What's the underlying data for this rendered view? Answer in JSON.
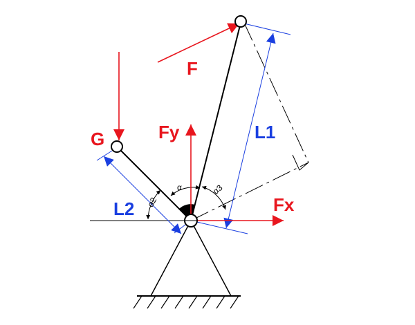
{
  "colors": {
    "force": "#e8161e",
    "dimension": "#1a3fe0",
    "structure": "#000000",
    "label_red": "#e8161e",
    "label_blue": "#1a3fe0"
  },
  "labels": {
    "force_f": "F",
    "force_g": "G",
    "force_fy": "Fy",
    "force_fx": "Fx",
    "length_l1": "L1",
    "length_l2": "L2",
    "angle_alpha": "α",
    "angle_alpha2": "α2",
    "angle_alpha3": "α3"
  }
}
